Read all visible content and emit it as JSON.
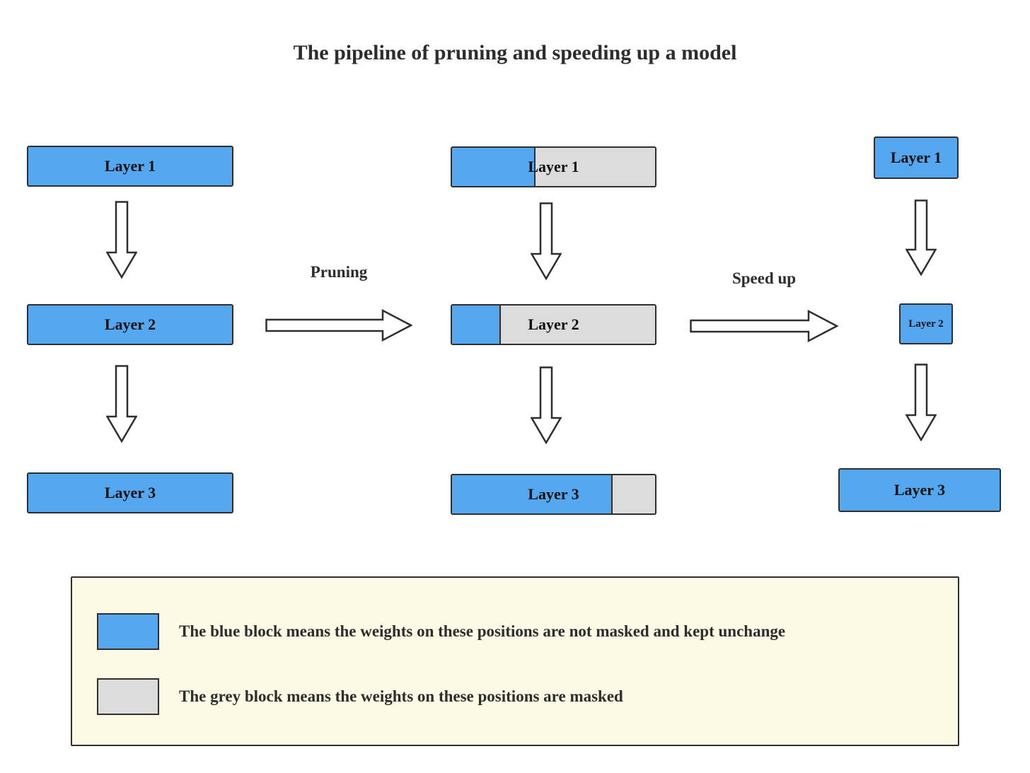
{
  "title": "The pipeline of pruning and speeding up a model",
  "colors": {
    "blue": "#55A8F0",
    "grey": "#DCDCDC",
    "legend_bg": "#FCF9E4",
    "border": "#2f2f2f"
  },
  "columns": {
    "original": {
      "layers": [
        {
          "label": "Layer 1"
        },
        {
          "label": "Layer 2"
        },
        {
          "label": "Layer 3"
        }
      ]
    },
    "pruned": {
      "layers": [
        {
          "label": "Layer 1",
          "blue_pct": 41
        },
        {
          "label": "Layer 2",
          "blue_pct": 24
        },
        {
          "label": "Layer 3",
          "blue_pct": 79
        }
      ]
    },
    "sped_up": {
      "layers": [
        {
          "label": "Layer 1"
        },
        {
          "label": "Layer 2"
        },
        {
          "label": "Layer 3"
        }
      ]
    }
  },
  "arrows": {
    "pruning_label": "Pruning",
    "speedup_label": "Speed up"
  },
  "legend": {
    "blue_text": "The blue block means the weights on these positions are not masked and kept unchange",
    "grey_text": "The grey block means the weights on these positions are masked"
  }
}
